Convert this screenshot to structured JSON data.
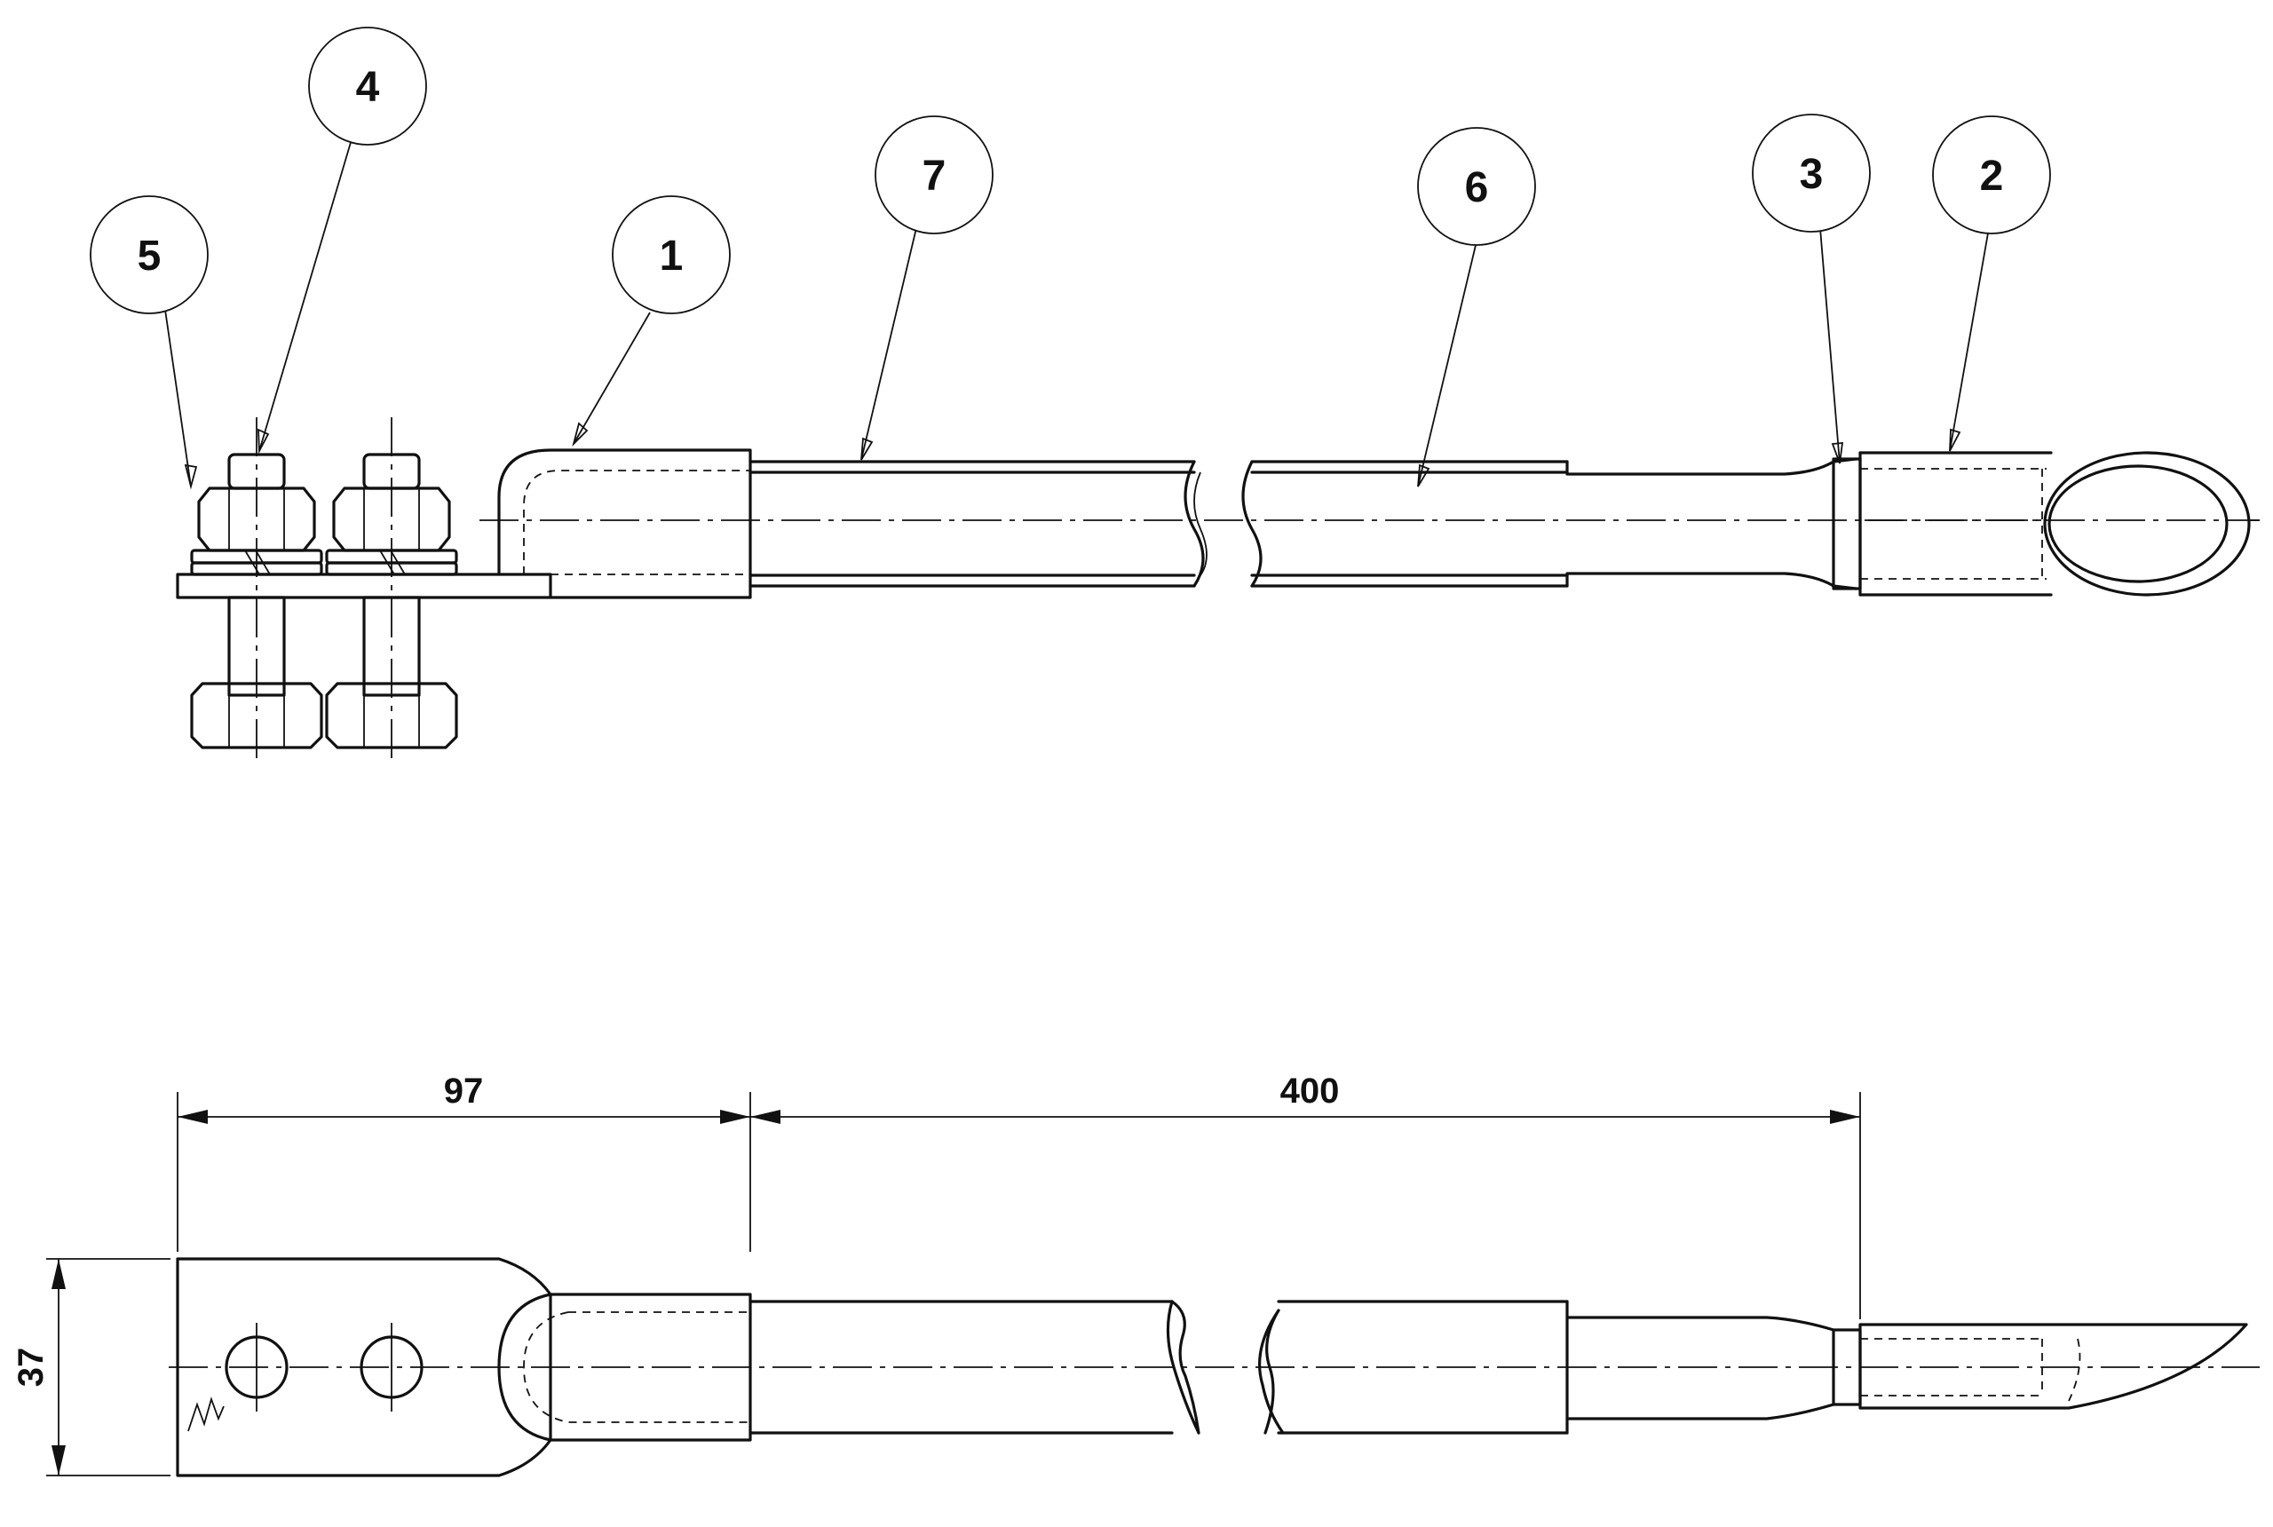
{
  "callouts": [
    {
      "id": "c5",
      "label": "5"
    },
    {
      "id": "c4",
      "label": "4"
    },
    {
      "id": "c1",
      "label": "1"
    },
    {
      "id": "c7",
      "label": "7"
    },
    {
      "id": "c6",
      "label": "6"
    },
    {
      "id": "c3",
      "label": "3"
    },
    {
      "id": "c2",
      "label": "2"
    }
  ],
  "dimensions": {
    "d97": "97",
    "d400": "400",
    "d37": "37"
  },
  "colors": {
    "ink": "#111111",
    "paper": "#ffffff"
  }
}
